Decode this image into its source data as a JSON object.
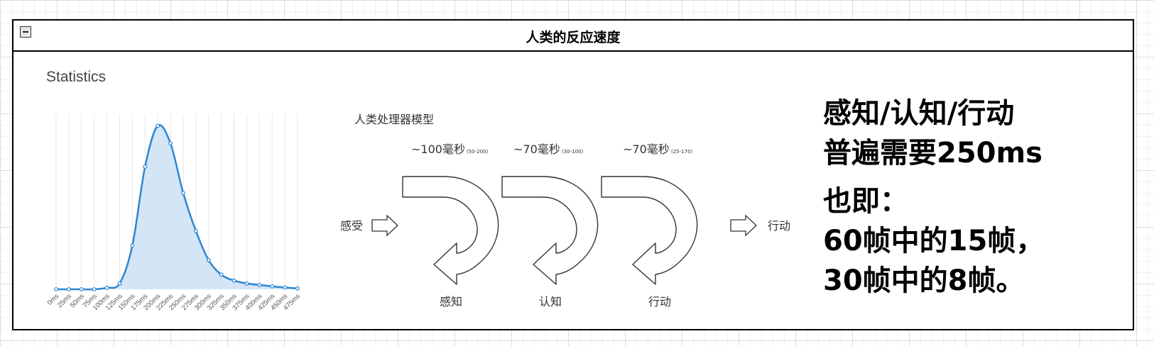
{
  "container": {
    "title": "人类的反应速度"
  },
  "chart": {
    "title": "Statistics"
  },
  "chart_data": {
    "type": "area",
    "title": "Statistics",
    "categories": [
      "0ms",
      "25ms",
      "50ms",
      "75ms",
      "100ms",
      "125ms",
      "150ms",
      "175ms",
      "200ms",
      "225ms",
      "250ms",
      "275ms",
      "300ms",
      "325ms",
      "350ms",
      "375ms",
      "400ms",
      "425ms",
      "450ms",
      "475ms"
    ],
    "values": [
      0,
      0,
      0,
      0,
      0.5,
      2,
      15,
      42,
      56,
      50,
      33,
      20,
      10,
      5,
      3,
      2,
      1.5,
      1,
      0.6,
      0.3
    ],
    "ylim": [
      0,
      60
    ],
    "grid": true,
    "colors": {
      "line": "#2d86d0",
      "fill": "#cfe2f5"
    }
  },
  "model": {
    "heading": "人类处理器模型",
    "input_label": "感受",
    "output_label": "行动",
    "stages": [
      {
        "duration": "~100毫秒",
        "range": "(50-200)",
        "label": "感知"
      },
      {
        "duration": "~70毫秒",
        "range": "(30-100)",
        "label": "认知"
      },
      {
        "duration": "~70毫秒",
        "range": "(25-170)",
        "label": "行动"
      }
    ]
  },
  "summary": {
    "line1": "感知/认知/行动",
    "line2": "普遍需要250ms",
    "line3": "也即：",
    "line4": "60帧中的15帧，",
    "line5": "30帧中的8帧。"
  }
}
